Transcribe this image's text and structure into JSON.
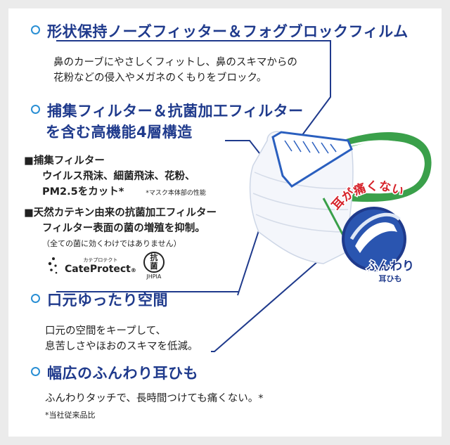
{
  "sections": [
    {
      "heading": "形状保持ノーズフィッター＆フォグブロックフィルム",
      "lines": [
        "鼻のカーブにやさしくフィットし、鼻のスキマからの",
        "花粉などの侵入やメガネのくもりをブロック。"
      ]
    },
    {
      "heading_lines": [
        "捕集フィルター＆抗菌加工フィルター",
        "を含む高機能4層構造"
      ],
      "items": [
        {
          "title": "■捕集フィルター",
          "lines": [
            "ウイルス飛沫、細菌飛沫、花粉、",
            "PM2.5をカット*"
          ],
          "note": "*マスク本体部の性能"
        },
        {
          "title": "■天然カテキン由来の抗菌加工フィルター",
          "lines": [
            "フィルター表面の菌の増殖を抑制。"
          ],
          "note": "（全ての菌に効くわけではありません）"
        }
      ],
      "logos": {
        "cate_ruby": "カテプロテクト",
        "cate_name": "CateProtect",
        "cate_mark": "®",
        "kouki_top": "抗",
        "kouki_bottom": "菌",
        "jhpia": "JHPIA"
      }
    },
    {
      "heading": "口元ゆったり空間",
      "lines": [
        "口元の空間をキープして、",
        "息苦しさやほおのスキマを低減。"
      ]
    },
    {
      "heading": "幅広のふんわり耳ひも",
      "lines": [
        "ふんわりタッチで、長時間つけても痛くない。*"
      ],
      "note": "*当社従来品比"
    }
  ],
  "illustration": {
    "callout_pain": "耳が痛くない",
    "callout_soft": "ふんわり",
    "callout_soft_sub": "耳ひも"
  },
  "colors": {
    "heading": "#1f3a8c",
    "accent_dot": "#2a8fd4",
    "ear_loop": "#3aa04a",
    "callout_red": "#d6222a",
    "leader_line": "#1f3a8c"
  }
}
